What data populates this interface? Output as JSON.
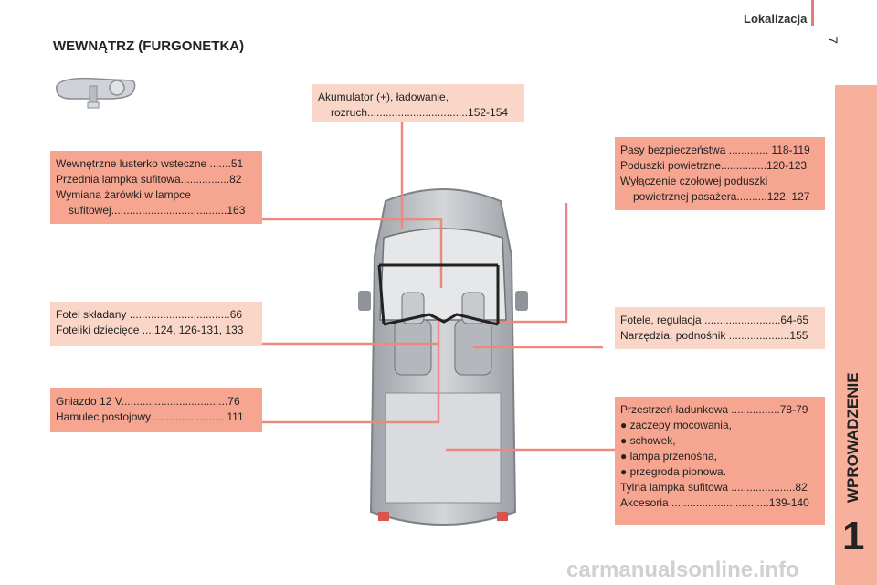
{
  "header": {
    "title": "Lokalizacja",
    "page_number": "7"
  },
  "section_title": "WEWNĄTRZ (FURGONETKA)",
  "side_tab": {
    "label": "WPROWADZENIE",
    "chapter": "1"
  },
  "boxes": {
    "battery": [
      "Akumulator (+), ładowanie,",
      "rozruch.................................152-154"
    ],
    "mirror": [
      "Wewnętrzne lusterko wsteczne .......51",
      "Przednia lampka sufitowa................82",
      "Wymiana żarówki w lampce",
      "sufitowej......................................163"
    ],
    "seatbelts": [
      "Pasy bezpieczeństwa ............. 118-119",
      "Poduszki powietrzne...............120-123",
      "Wyłączenie czołowej poduszki",
      "powietrznej pasażera..........122, 127"
    ],
    "folding_seat": [
      "Fotel składany .................................66",
      "Foteliki dziecięce ....124, 126-131, 133"
    ],
    "seats": [
      "Fotele, regulacja .........................64-65",
      "Narzędzia, podnośnik ....................155"
    ],
    "socket": [
      "Gniazdo 12 V...................................76",
      "Hamulec postojowy ....................... 111"
    ],
    "cargo": [
      "Przestrzeń ładunkowa ................78-79",
      "● zaczepy mocowania,",
      "● schowek,",
      "● lampa przenośna,",
      "● przegroda pionowa.",
      "Tylna lampka sufitowa .....................82",
      "Akcesoria ................................139-140"
    ]
  },
  "watermark": "carmanualsonline.info",
  "colors": {
    "salmon": "#f6a590",
    "light": "#fad6c8",
    "tab": "#f7b09c",
    "line": "#e98a80"
  }
}
